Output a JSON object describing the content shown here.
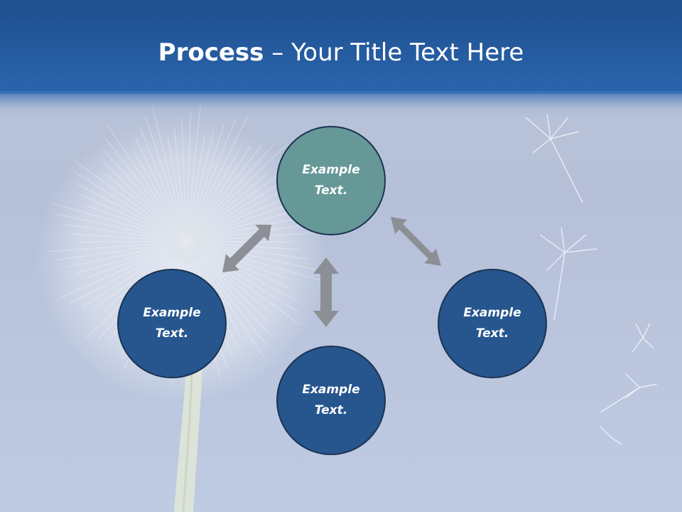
{
  "title": {
    "bold_part": "Process",
    "separator": " – ",
    "rest": "Your Title Text Here"
  },
  "nodes": [
    {
      "label": "Example\nText."
    },
    {
      "label": "Example\nText."
    },
    {
      "label": "Example\nText."
    },
    {
      "label": "Example\nText."
    }
  ],
  "colors": {
    "title_bar": "#2a65ad",
    "node_top": "#669898",
    "node_other": "#27568f",
    "node_border": "#1b3352",
    "arrow": "#8c8f95"
  },
  "icons": [
    "double-arrow-icon",
    "dandelion-image"
  ]
}
